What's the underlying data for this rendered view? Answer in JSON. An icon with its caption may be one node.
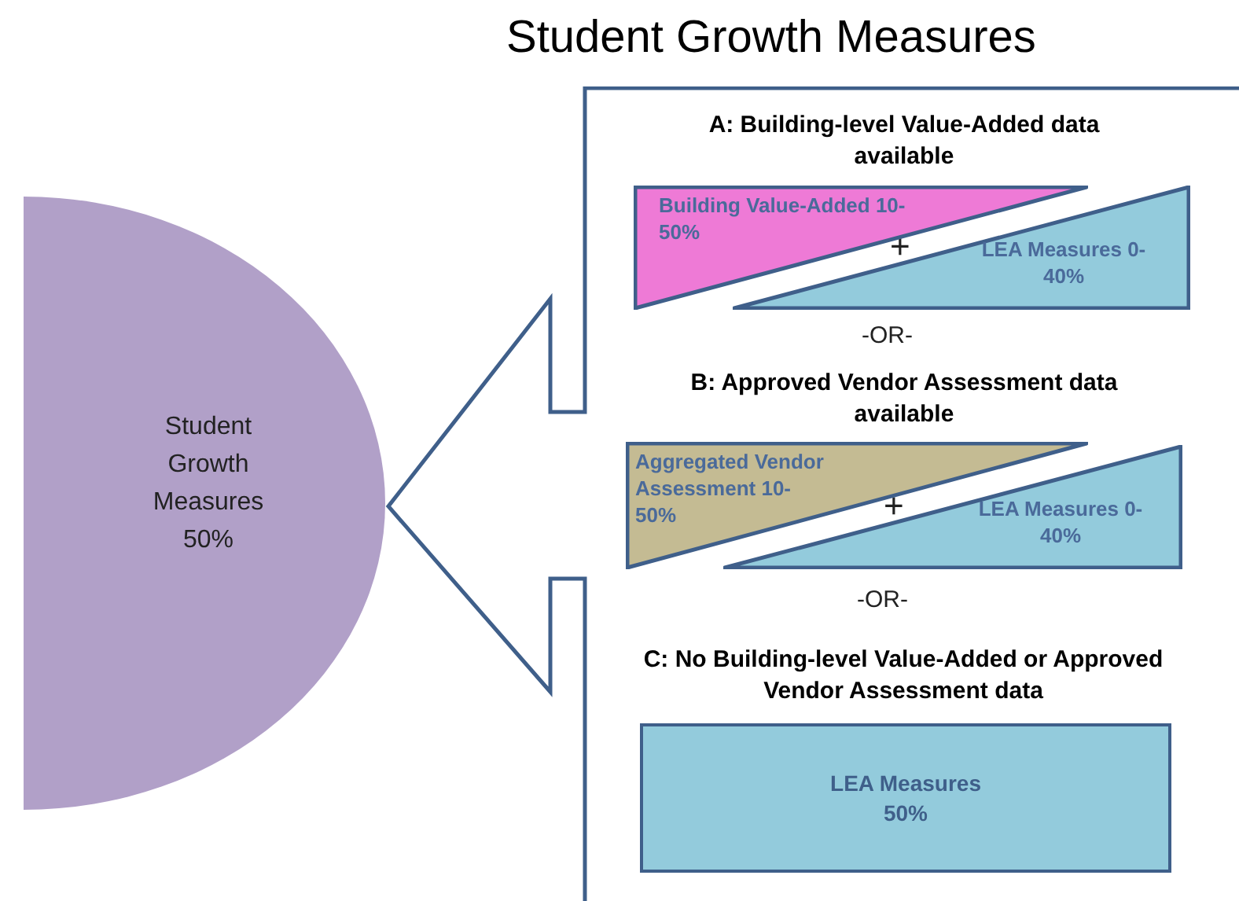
{
  "diagram": {
    "title": "Student Growth Measures",
    "nodes": [
      {
        "text": [
          "Student Growth Measures 50%"
        ]
      },
      {
        "text": [
          "A: Building-level Value-Added data available",
          "B: Approved Vendor Assessment data available",
          "C:  No Building-level Value-Added or Approved Vendor Assessment data"
        ]
      },
      {
        "text": [
          "Building Value-Added 10-50%"
        ],
        "in": 1
      },
      {
        "text": [
          "LEA Measures 0-40%"
        ],
        "in": 1
      },
      {
        "text": [
          "Aggregated Vendor Assessment 10-50%"
        ],
        "in": 1
      },
      {
        "text": [
          "LEA Measures 0-40%"
        ],
        "in": 1
      },
      {
        "text": [
          "LEA Measures 50%"
        ],
        "in": 1
      }
    ],
    "labels": [
      "+",
      "-OR-",
      "+",
      "-OR-"
    ]
  }
}
